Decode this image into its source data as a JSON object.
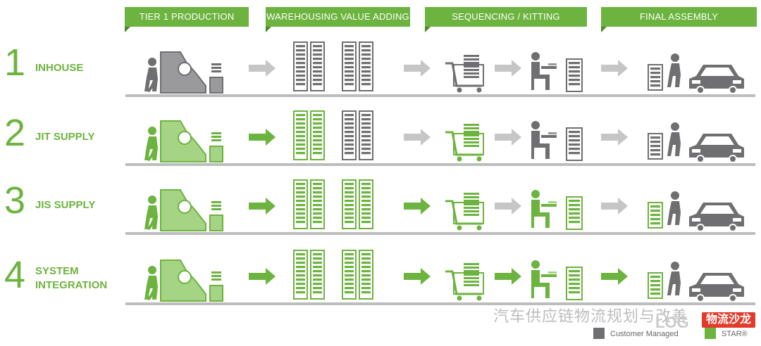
{
  "colors": {
    "green": "#6db33f",
    "lightgreen": "#a6d485",
    "gray": "#6f6f71",
    "lightgray": "#c6c6c6"
  },
  "headers": [
    "TIER 1 PRODUCTION",
    "WAREHOUSING VALUE ADDING",
    "SEQUENCING / KITTING",
    "FINAL ASSEMBLY"
  ],
  "rows": [
    {
      "number": "1",
      "label": [
        "INHOUSE"
      ],
      "stages": {
        "production": "gray",
        "warehouse": [
          "gray",
          "gray"
        ],
        "kitting": "gray",
        "sequencing": "gray",
        "assembly": "gray"
      },
      "arrows": [
        "gray",
        "gray",
        "gray",
        "gray"
      ]
    },
    {
      "number": "2",
      "label": [
        "JIT SUPPLY"
      ],
      "stages": {
        "production": "green",
        "warehouse": [
          "green",
          "gray"
        ],
        "kitting": "green",
        "sequencing": "gray",
        "assembly": "gray"
      },
      "arrows": [
        "green",
        "gray",
        "gray",
        "gray"
      ]
    },
    {
      "number": "3",
      "label": [
        "JIS SUPPLY"
      ],
      "stages": {
        "production": "green",
        "warehouse": [
          "green",
          "green"
        ],
        "kitting": "green",
        "sequencing": "green",
        "assembly": "green"
      },
      "arrows": [
        "green",
        "green",
        "gray",
        "gray"
      ]
    },
    {
      "number": "4",
      "label": [
        "SYSTEM",
        "INTEGRATION"
      ],
      "stages": {
        "production": "green",
        "warehouse": [
          "green",
          "green"
        ],
        "kitting": "green",
        "sequencing": "green",
        "assembly": "green"
      },
      "arrows": [
        "green",
        "green",
        "green",
        "green"
      ]
    }
  ],
  "legend": [
    {
      "label": "Customer Managed",
      "color": "#6f6f71"
    },
    {
      "label": "STAR®",
      "color": "#6db33f"
    }
  ],
  "watermark": "汽车供应链物流规划与改善",
  "logo_text": "LOG",
  "badge_text": "物流沙龙"
}
